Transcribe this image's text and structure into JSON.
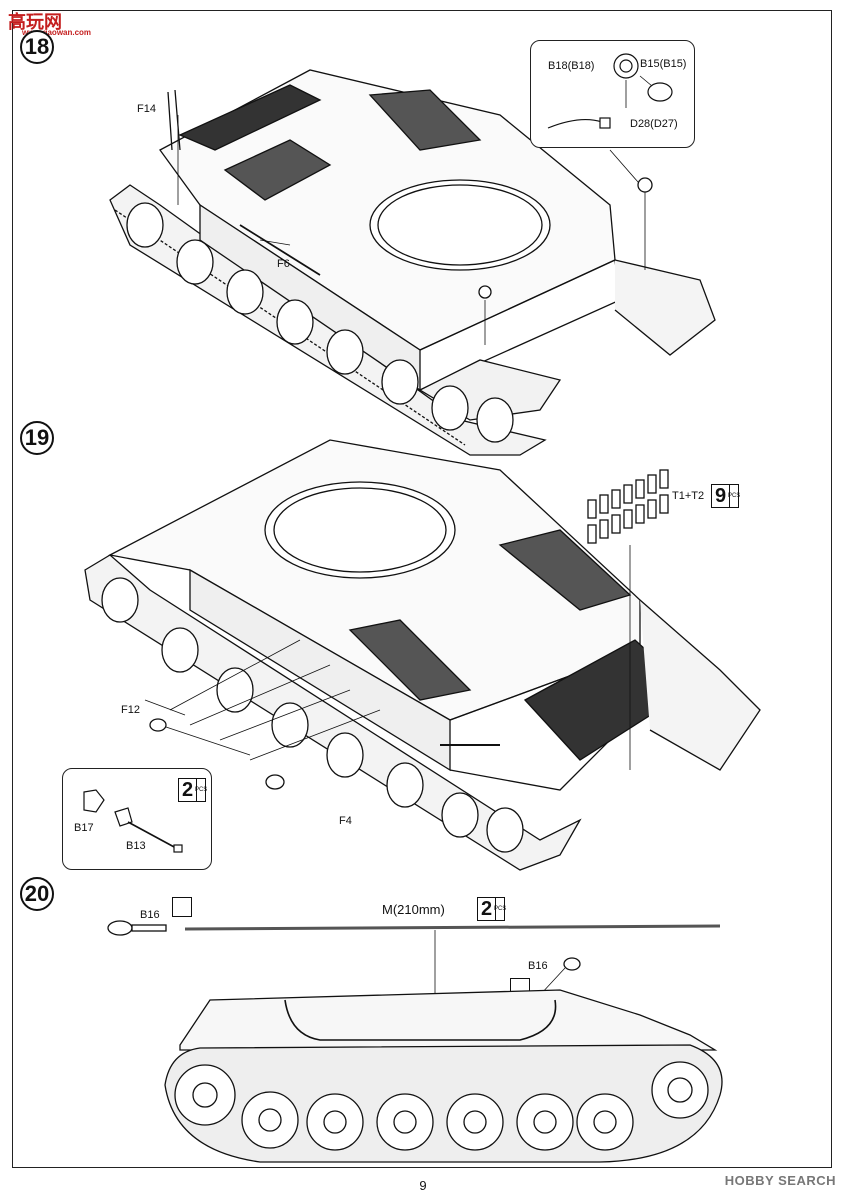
{
  "watermark": {
    "site_text": "高玩网",
    "site_url": "www.gaowan.com",
    "brand": "HOBBY SEARCH"
  },
  "page": {
    "number": "9"
  },
  "steps": [
    {
      "number": "18"
    },
    {
      "number": "19"
    },
    {
      "number": "20"
    }
  ],
  "step18": {
    "labels": {
      "f14": "F14",
      "f6": "F6",
      "b18": "B18(B18)",
      "b15": "B15(B15)",
      "d28": "D28(D27)"
    }
  },
  "step19": {
    "labels": {
      "t1t2": "T1+T2",
      "f12": "F12",
      "f4": "F4",
      "b17": "B17",
      "b13": "B13"
    },
    "qty_tracks": {
      "count": "9",
      "unit": "PCS"
    },
    "qty_callout": {
      "count": "2",
      "unit": "PCS"
    }
  },
  "step20": {
    "labels": {
      "b16_left": "B16",
      "b16_right": "B16",
      "wire": "M(210mm)"
    },
    "qty_wire": {
      "count": "2",
      "unit": "PCS"
    }
  }
}
